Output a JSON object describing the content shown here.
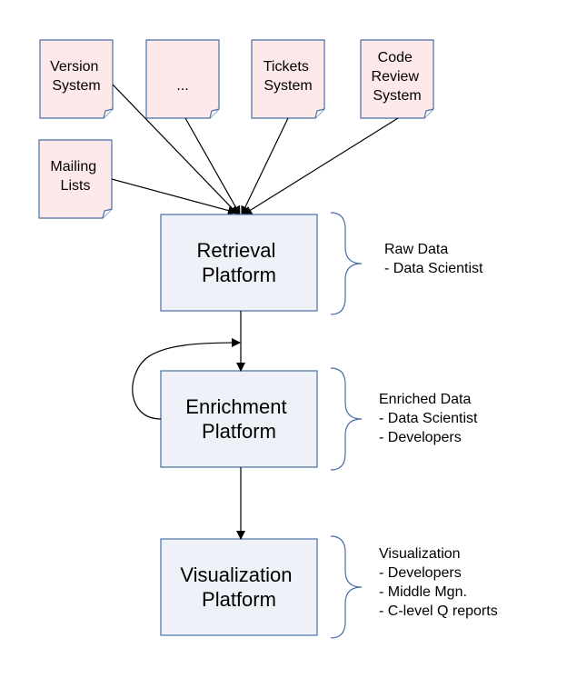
{
  "sources": [
    {
      "id": "version",
      "lines": [
        "Version",
        "System"
      ]
    },
    {
      "id": "ellipsis",
      "lines": [
        "..."
      ]
    },
    {
      "id": "tickets",
      "lines": [
        "Tickets",
        "System"
      ]
    },
    {
      "id": "code-review",
      "lines": [
        "Code",
        "Review",
        "System"
      ]
    },
    {
      "id": "mailing",
      "lines": [
        "Mailing",
        "Lists"
      ]
    }
  ],
  "platforms": [
    {
      "id": "retrieval",
      "lines": [
        "Retrieval",
        "Platform"
      ]
    },
    {
      "id": "enrichment",
      "lines": [
        "Enrichment",
        "Platform"
      ]
    },
    {
      "id": "visualization",
      "lines": [
        "Visualization",
        "Platform"
      ]
    }
  ],
  "notes": [
    {
      "id": "raw",
      "lines": [
        "Raw Data",
        "- Data Scientist"
      ]
    },
    {
      "id": "enriched",
      "lines": [
        "Enriched Data",
        "- Data Scientist",
        "- Developers"
      ]
    },
    {
      "id": "vis",
      "lines": [
        "Visualization",
        "- Developers",
        "- Middle Mgn.",
        "- C-level Q reports"
      ]
    }
  ]
}
